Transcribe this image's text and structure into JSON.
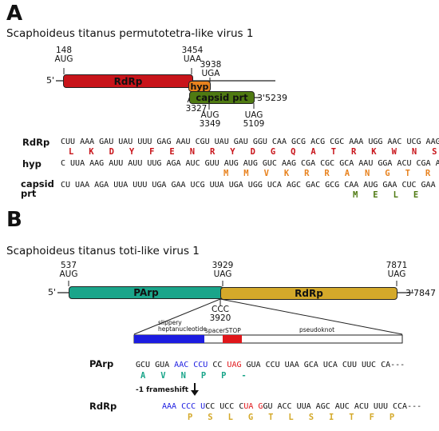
{
  "panelA": {
    "letter": "A",
    "title": "Scaphoideus titanus permutotetra-like virus 1",
    "five_prime": "5'",
    "three_prime": "3'5239",
    "genes": {
      "rdrp": "RdRp",
      "hyp": "hyp",
      "capsid": "capsid prt"
    },
    "positions": {
      "start148": "148",
      "aug148": "AUG",
      "stop3454": "3454",
      "uaa3454": "UAA",
      "stop3938": "3938",
      "uga3938": "UGA",
      "aug3327": "AUG",
      "pos3327": "3327",
      "aug3349": "AUG",
      "pos3349": "3349",
      "uag5109": "UAG",
      "pos5109": "5109"
    },
    "rows": {
      "rdrp_label": "RdRp",
      "rdrp_seq": "CUU AAA GAU UAU UUU GAG AAU CGU UAU GAU GGU CAA GCG ACG CGC AAA UGG AAC UCG AAG",
      "rdrp_aa": "L   K   D   Y   F   E   N   R   Y   D   G   Q   A   T   R   K   W   N   S   K",
      "hyp_label": "hyp",
      "hyp_seq": "C UUA AAG AUU AUU UUG AGA AUC GUU AUG AUG GUC AAG CGA CGC GCA AAU GGA ACU CGA AG",
      "hyp_aa": "M   M   V   K   R   R   A   N   G   T   R",
      "capsid_label_1": "capsid",
      "capsid_label_2": "prt",
      "capsid_seq": "CU UAA AGA UUA UUU UGA GAA UCG UUA UGA UGG UCA AGC GAC GCG CAA AUG GAA CUC GAA G",
      "capsid_aa": "M   E   L   E"
    },
    "colors": {
      "rdrp": "#c8141a",
      "hyp": "#e8821e",
      "capsid": "#4f7a12"
    }
  },
  "panelB": {
    "letter": "B",
    "title": "Scaphoideus titanus toti-like virus 1",
    "five_prime": "5'",
    "three_prime": "3'7847",
    "genes": {
      "parp": "PArp",
      "rdrp": "RdRp"
    },
    "positions": {
      "pos537": "537",
      "aug537": "AUG",
      "pos3929": "3929",
      "uag3929": "UAG",
      "pos7871": "7871",
      "uag7871": "UAG",
      "ccc": "CCC",
      "pos3920": "3920"
    },
    "signal": {
      "slippery1": "slippery",
      "slippery2": "heptanucleotide",
      "spacer": "spacer",
      "stop": "STOP",
      "pseudoknot": "pseudoknot"
    },
    "rows": {
      "parp_label": "PArp",
      "parp_seq_1": "GCU GUA ",
      "parp_seq_2": "AAC CCU",
      "parp_seq_3": " CC ",
      "parp_seq_4": "UAG",
      "parp_seq_5": " GUA CCU UAA GCA UCA CUU UUC CA---",
      "parp_aa": "A   V   N   P   P   -",
      "frameshift": "-1 frameshift",
      "rdrp_label": "RdRp",
      "rdrp_seq_1": "AAA CCC U",
      "rdrp_seq_2": "CC ",
      "rdrp_seq_3": "UCC C",
      "rdrp_seq_4": "UA G",
      "rdrp_seq_5": "GU ACC UUA AGC AUC ACU UUU CCA---",
      "rdrp_aa": "P   S   L   G   T   L   S   I   T   F   P"
    },
    "colors": {
      "parp": "#1aa58a",
      "rdrp": "#d4a92a",
      "blue": "#1c1ce0",
      "red": "#e0161a"
    }
  }
}
